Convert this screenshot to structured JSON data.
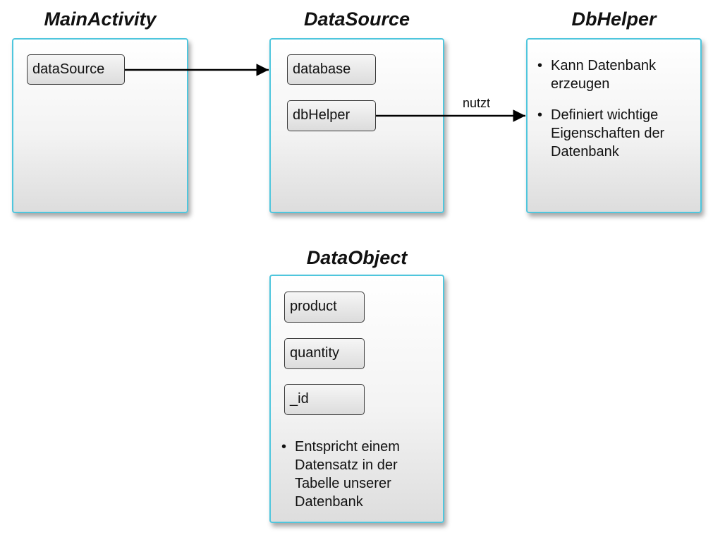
{
  "classes": {
    "main_activity": {
      "title": "MainActivity",
      "fields": [
        "dataSource"
      ]
    },
    "data_source": {
      "title": "DataSource",
      "fields": [
        "database",
        "dbHelper"
      ]
    },
    "db_helper": {
      "title": "DbHelper",
      "notes": [
        "Kann Datenbank erzeugen",
        "Definiert wichtige Eigenschaften der Datenbank"
      ]
    },
    "data_object": {
      "title": "DataObject",
      "fields": [
        "product",
        "quantity",
        "_id"
      ],
      "notes": [
        "Entspricht einem Datensatz in der Tabelle unserer Datenbank"
      ]
    }
  },
  "edges": [
    {
      "from": "MainActivity.dataSource",
      "to": "DataSource",
      "label": ""
    },
    {
      "from": "DataSource.dbHelper",
      "to": "DbHelper",
      "label": "nutzt"
    }
  ],
  "bullet_symbol": "•",
  "colors": {
    "box_border": "#4fc6dd",
    "arrow": "#000000"
  }
}
